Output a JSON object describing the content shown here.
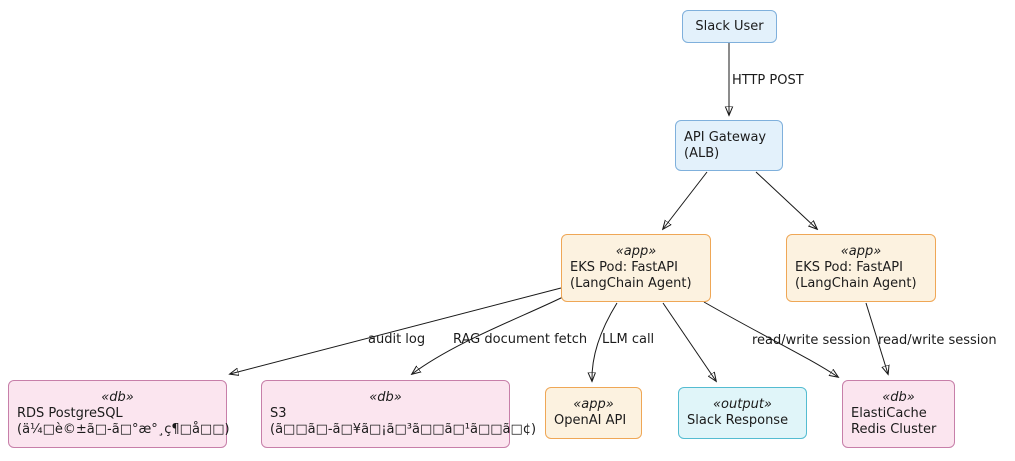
{
  "diagram": {
    "type": "architecture-component-diagram",
    "nodes": {
      "slack_user": {
        "label": "Slack User"
      },
      "api_gateway": {
        "line1": "API Gateway",
        "line2": "(ALB)"
      },
      "eks_pod_1": {
        "stereotype": "«app»",
        "line1": "EKS Pod: FastAPI",
        "line2": "(LangChain Agent)"
      },
      "eks_pod_2": {
        "stereotype": "«app»",
        "line1": "EKS Pod: FastAPI",
        "line2": "(LangChain Agent)"
      },
      "rds_postgresql": {
        "stereotype": "«db»",
        "line1": "RDS PostgreSQL",
        "line2": "(ä¼□è©±ã□-ã□°æ°¸ç¶□å□□)"
      },
      "s3": {
        "stereotype": "«db»",
        "line1": "S3",
        "line2": "(ã□□ã□-ã□¥ã□¡ã□³ã□□ã□¹ã□□ã□¢)"
      },
      "openai_api": {
        "stereotype": "«app»",
        "line1": "OpenAI API"
      },
      "slack_response": {
        "stereotype": "«output»",
        "line1": "Slack Response"
      },
      "elasticache": {
        "stereotype": "«db»",
        "line1": "ElastiCache",
        "line2": "Redis Cluster"
      }
    },
    "edge_labels": {
      "http_post": "HTTP POST",
      "audit_log": "audit log",
      "rag_document_fetch": "RAG document fetch",
      "llm_call": "LLM call",
      "read_write_session_left": "read/write session",
      "read_write_session_right": "read/write session"
    },
    "colors": {
      "blue_fill": "#E3F1FB",
      "blue_border": "#7FB0DC",
      "orange_fill": "#FCF2E0",
      "orange_border": "#EFA756",
      "pink_fill": "#FBE5EF",
      "pink_border": "#C77FA9",
      "cyan_fill": "#E0F5F9",
      "cyan_border": "#54BCD1",
      "line": "#181818",
      "text": "#1B1B1B",
      "background": "#FFFFFF"
    }
  }
}
